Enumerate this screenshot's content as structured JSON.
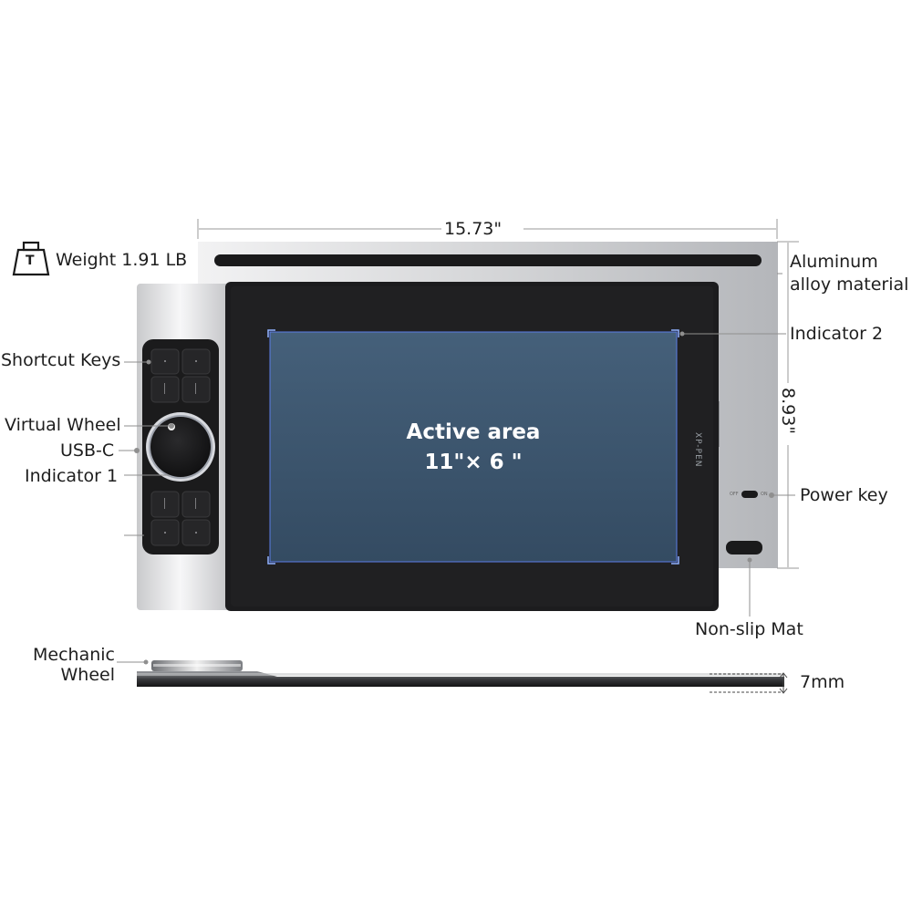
{
  "dimensions": {
    "width_label": "15.73\"",
    "height_label": "8.93\"",
    "thickness_label": "7mm"
  },
  "weight": {
    "icon_letter": "T",
    "label": "Weight 1.91 LB"
  },
  "active_area": {
    "title": "Active area",
    "size": "11\"× 6 \""
  },
  "brand": "XP-PEN",
  "power_switch": {
    "off": "OFF",
    "on": "ON"
  },
  "callouts": {
    "aluminum": "Aluminum\nalloy material",
    "indicator_2": "Indicator 2",
    "power_key": "Power key",
    "non_slip_mat": "Non-slip Mat",
    "shortcut_keys": "Shortcut Keys",
    "virtual_wheel": "Virtual Wheel",
    "usb_c": "USB-C",
    "indicator_1": "Indicator 1",
    "mechanic_wheel": "Mechanic\nWheel"
  },
  "colors": {
    "active_area": "#3f5870",
    "active_border": "#4a6df0",
    "tablet_body": "#1c1c1e",
    "aluminum": "#d9dadc"
  }
}
